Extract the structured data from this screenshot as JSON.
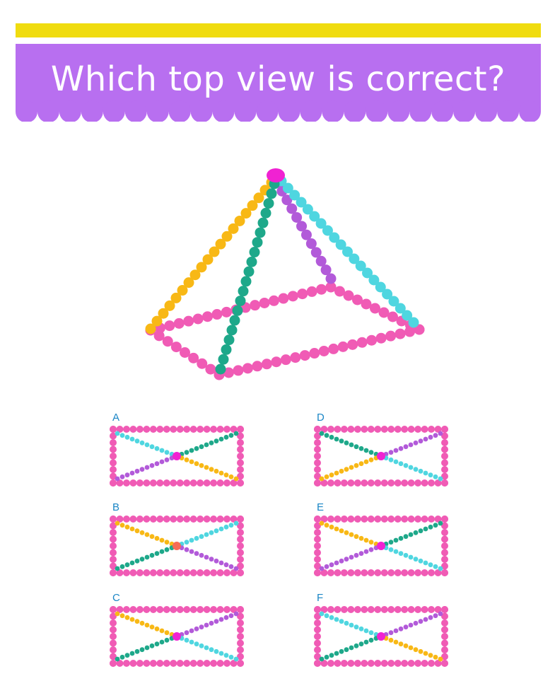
{
  "title": "Which top view is correct?",
  "colors": {
    "stripe": "#f0dc0f",
    "banner": "#b86ff0",
    "pink": "#f05bb5",
    "yellow": "#f8b815",
    "teal": "#1ea88a",
    "purple": "#b25ad9",
    "cyan": "#4fd6e0",
    "apex": "#f022d2",
    "center_orange": "#f56b57",
    "letter": "#1b86c6"
  },
  "options": [
    {
      "letter": "A",
      "edges": {
        "tl": "cyan",
        "tr": "teal",
        "bl": "purple",
        "br": "yellow"
      },
      "center": "apex"
    },
    {
      "letter": "B",
      "edges": {
        "tl": "yellow",
        "tr": "cyan",
        "bl": "teal",
        "br": "purple"
      },
      "center": "center_orange"
    },
    {
      "letter": "C",
      "edges": {
        "tl": "yellow",
        "tr": "purple",
        "bl": "teal",
        "br": "cyan"
      },
      "center": "apex"
    },
    {
      "letter": "D",
      "edges": {
        "tl": "teal",
        "tr": "purple",
        "bl": "yellow",
        "br": "cyan"
      },
      "center": "apex"
    },
    {
      "letter": "E",
      "edges": {
        "tl": "yellow",
        "tr": "teal",
        "bl": "purple",
        "br": "cyan"
      },
      "center": "apex"
    },
    {
      "letter": "F",
      "edges": {
        "tl": "cyan",
        "tr": "purple",
        "bl": "teal",
        "br": "yellow"
      },
      "center": "apex"
    }
  ]
}
